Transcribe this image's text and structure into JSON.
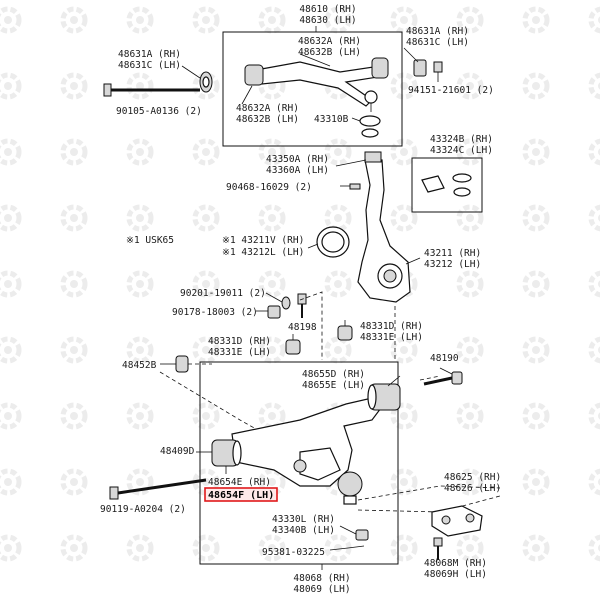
{
  "labels": {
    "l48610": "48610 (RH)",
    "l48630": "48630 (LH)",
    "l48631a_left": "48631A (RH)",
    "l48631c_left": "48631C (LH)",
    "l48632a_top": "48632A (RH)",
    "l48632b_top": "48632B (LH)",
    "l48631a_right": "48631A (RH)",
    "l48631c_right": "48631C (LH)",
    "l90105": "90105-A0136 (2)",
    "l48632a_mid": "48632A (RH)",
    "l48632b_mid": "48632B (LH)",
    "l43310b": "43310B",
    "l94151": "94151-21601 (2)",
    "l43324b": "43324B (RH)",
    "l43324c": "43324C (LH)",
    "l43350a": "43350A (RH)",
    "l43360a": "43360A (LH)",
    "l90468": "90468-16029 (2)",
    "note_usk": "※1 USK65",
    "l43211v": "※1 43211V (RH)",
    "l43212l": "※1 43212L (LH)",
    "l43211": "43211 (RH)",
    "l43212": "43212 (LH)",
    "l90201": "90201-19011 (2)",
    "l90178": "90178-18003 (2)",
    "l48198": "48198",
    "l48331d_right": "48331D (RH)",
    "l48331e_right": "48331E (LH)",
    "l48331d_left": "48331D (RH)",
    "l48331e_left": "48331E (LH)",
    "l48452b": "48452B",
    "l48190": "48190",
    "l48655d": "48655D (RH)",
    "l48655e": "48655E (LH)",
    "l48409d": "48409D",
    "l48654e": "48654E (RH)",
    "l48654f": "48654F (LH)",
    "l48625": "48625 (RH)",
    "l48626": "48626 (LH)",
    "l90119": "90119-A0204 (2)",
    "l43330l": "43330L (RH)",
    "l43340b": "43340B (LH)",
    "l95381": "95381-03225",
    "l48068_right": "48068M (RH)",
    "l48069_right": "48069H (LH)",
    "l48068_bottom": "48068 (RH)",
    "l48069_bottom": "48069 (LH)"
  },
  "colors": {
    "highlight": "#e0191b",
    "watermark": "#ececec"
  },
  "icons": {
    "watermark": "gear-logo-icon"
  }
}
